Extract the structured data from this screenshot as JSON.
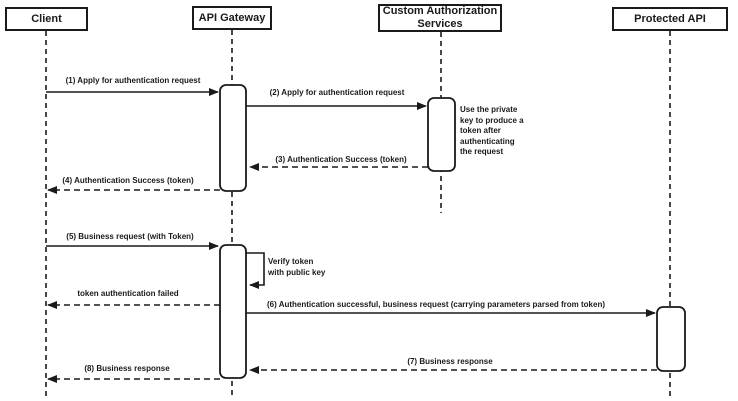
{
  "diagram": {
    "participants": [
      {
        "label": "Client"
      },
      {
        "label": "API Gateway"
      },
      {
        "label": "Custom Authorization Services"
      },
      {
        "label": "Protected API"
      }
    ],
    "messages": [
      {
        "num": "1",
        "label": "(1) Apply for authentication request",
        "from": "Client",
        "to": "API Gateway",
        "style": "solid"
      },
      {
        "num": "2",
        "label": "(2) Apply for authentication request",
        "from": "API Gateway",
        "to": "Custom Authorization Services",
        "style": "solid"
      },
      {
        "num": "3",
        "label": "(3) Authentication Success (token)",
        "from": "Custom Authorization Services",
        "to": "API Gateway",
        "style": "dashed"
      },
      {
        "num": "4",
        "label": "(4) Authentication Success (token)",
        "from": "API Gateway",
        "to": "Client",
        "style": "dashed"
      },
      {
        "num": "5",
        "label": "(5) Business request (with Token)",
        "from": "Client",
        "to": "API Gateway",
        "style": "solid"
      },
      {
        "num": "",
        "label": "Verify token\nwith public key",
        "from": "API Gateway",
        "to": "API Gateway",
        "style": "self"
      },
      {
        "num": "",
        "label": "token authentication failed",
        "from": "API Gateway",
        "to": "Client",
        "style": "dashed"
      },
      {
        "num": "6",
        "label": "(6) Authentication successful, business request (carrying parameters parsed from token)",
        "from": "API Gateway",
        "to": "Protected API",
        "style": "solid"
      },
      {
        "num": "7",
        "label": "(7) Business response",
        "from": "Protected API",
        "to": "API Gateway",
        "style": "dashed"
      },
      {
        "num": "8",
        "label": "(8) Business response",
        "from": "API Gateway",
        "to": "Client",
        "style": "dashed"
      }
    ],
    "note": {
      "label": "Use the private\nkey to produce a\ntoken after\nauthenticating\nthe request"
    },
    "colors": {
      "stroke": "#1a1a1a",
      "background": "#ffffff"
    }
  }
}
